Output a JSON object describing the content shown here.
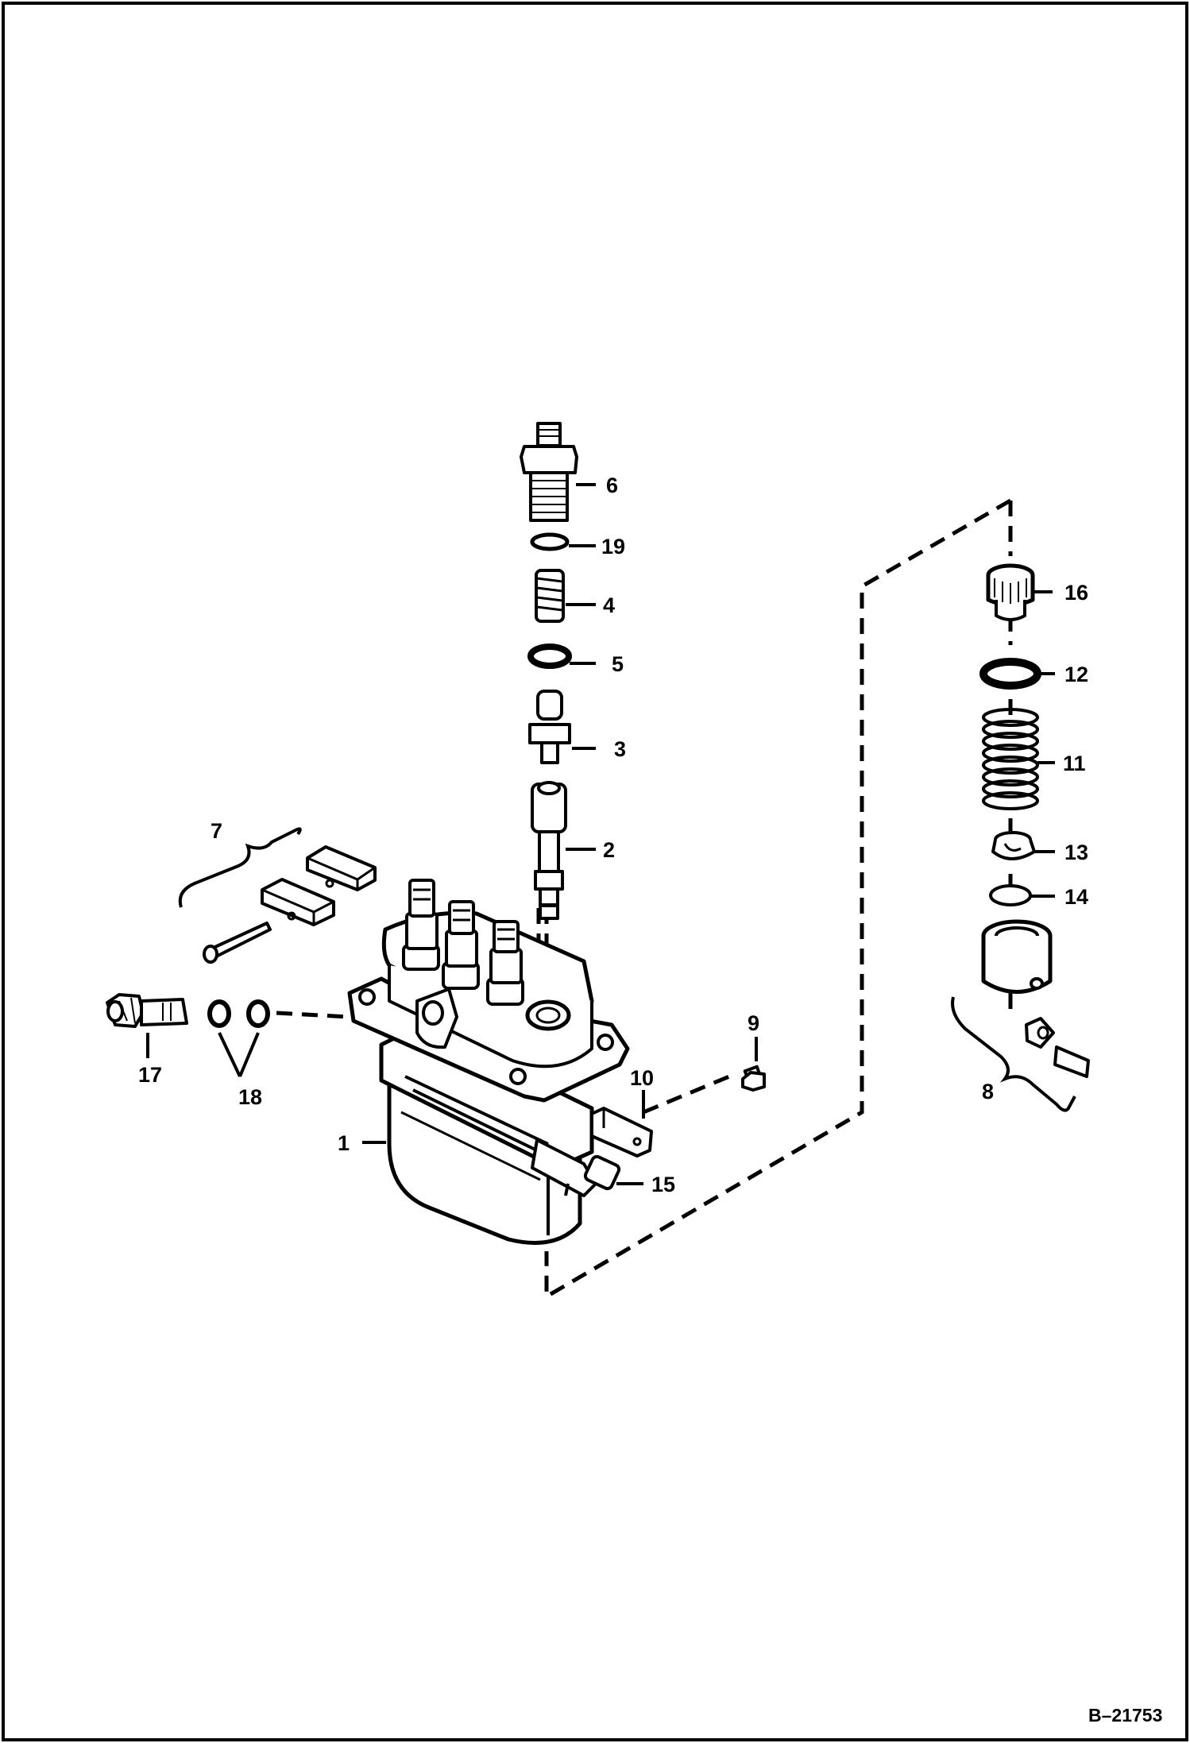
{
  "drawing_ref": "B–21753",
  "callouts": [
    {
      "id": "1",
      "text": "1"
    },
    {
      "id": "2",
      "text": "2"
    },
    {
      "id": "3",
      "text": "3"
    },
    {
      "id": "4",
      "text": "4"
    },
    {
      "id": "5",
      "text": "5"
    },
    {
      "id": "6",
      "text": "6"
    },
    {
      "id": "7",
      "text": "7"
    },
    {
      "id": "8",
      "text": "8"
    },
    {
      "id": "9",
      "text": "9"
    },
    {
      "id": "10",
      "text": "10"
    },
    {
      "id": "11",
      "text": "11"
    },
    {
      "id": "12",
      "text": "12"
    },
    {
      "id": "13",
      "text": "13"
    },
    {
      "id": "14",
      "text": "14"
    },
    {
      "id": "15",
      "text": "15"
    },
    {
      "id": "16",
      "text": "16"
    },
    {
      "id": "17",
      "text": "17"
    },
    {
      "id": "18",
      "text": "18"
    },
    {
      "id": "19",
      "text": "19"
    }
  ]
}
